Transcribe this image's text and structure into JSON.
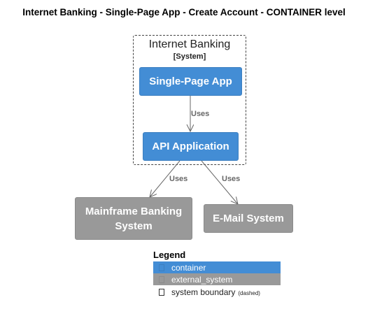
{
  "diagram": {
    "title": "Internet Banking - Single-Page App - Create Account - CONTAINER level",
    "boundary": {
      "name": "Internet Banking",
      "type": "[System]"
    },
    "nodes": {
      "spa": {
        "label": "Single-Page App",
        "kind": "container"
      },
      "api": {
        "label": "API Application",
        "kind": "container"
      },
      "mainframe": {
        "label": "Mainframe Banking\nSystem",
        "kind": "external_system"
      },
      "email": {
        "label": "E-Mail System",
        "kind": "external_system"
      }
    },
    "edges": [
      {
        "from": "spa",
        "to": "api",
        "label": "Uses"
      },
      {
        "from": "api",
        "to": "mainframe",
        "label": "Uses"
      },
      {
        "from": "api",
        "to": "email",
        "label": "Uses"
      }
    ],
    "colors": {
      "container": "#438dd5",
      "external_system": "#999999",
      "edge": "#666666"
    }
  },
  "legend": {
    "title": "Legend",
    "items": [
      {
        "label": "container",
        "style": "container"
      },
      {
        "label": "external_system",
        "style": "external_system"
      },
      {
        "label": "system boundary",
        "note": "(dashed)",
        "style": "boundary"
      }
    ]
  }
}
